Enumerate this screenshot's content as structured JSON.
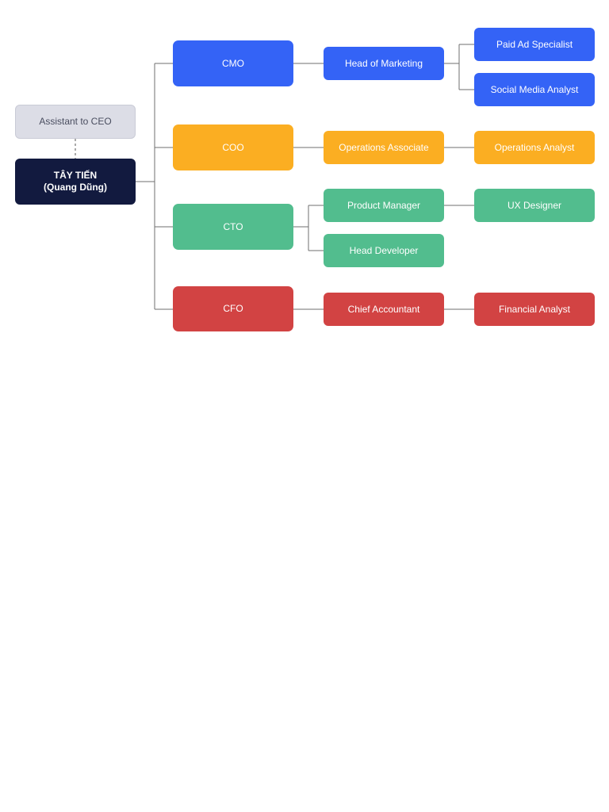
{
  "colors": {
    "ceo": "#121a3f",
    "assistant": "#dcdde6",
    "marketing": "#3463f6",
    "operations": "#fbae22",
    "technology": "#52bd8e",
    "finance": "#d24343",
    "connector": "#6f6f6f"
  },
  "org": {
    "ceo": {
      "line1": "TÂY TIẾN",
      "line2": "(Quang Dũng)"
    },
    "assistant": "Assistant to CEO",
    "cmo": {
      "title": "CMO",
      "head_of_marketing": "Head of Marketing",
      "paid_ad_specialist": "Paid Ad Specialist",
      "social_media_analyst": "Social Media Analyst"
    },
    "coo": {
      "title": "COO",
      "operations_associate": "Operations Associate",
      "operations_analyst": "Operations Analyst"
    },
    "cto": {
      "title": "CTO",
      "product_manager": "Product Manager",
      "ux_designer": "UX Designer",
      "head_developer": "Head Developer"
    },
    "cfo": {
      "title": "CFO",
      "chief_accountant": "Chief Accountant",
      "financial_analyst": "Financial Analyst"
    }
  }
}
